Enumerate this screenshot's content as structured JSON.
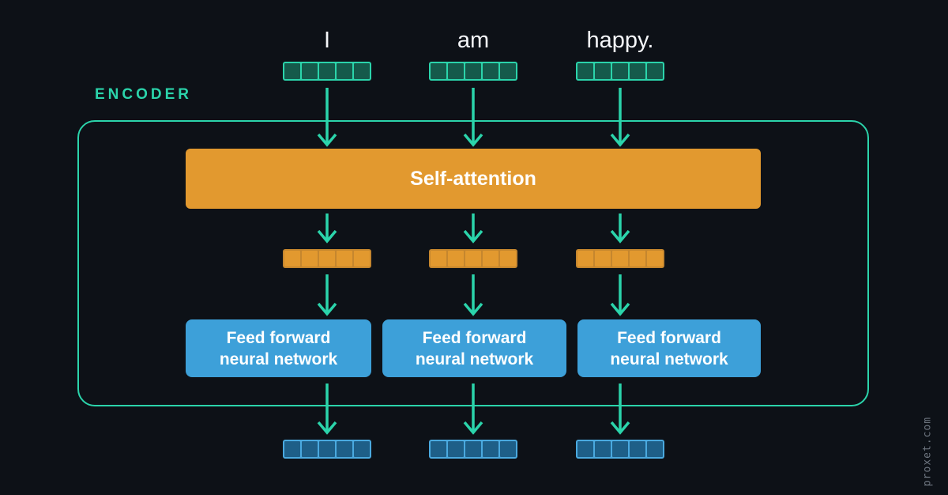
{
  "inputs": [
    {
      "word": "I"
    },
    {
      "word": "am"
    },
    {
      "word": "happy."
    }
  ],
  "encoder": {
    "label": "ENCODER"
  },
  "self_attention": {
    "label": "Self-attention"
  },
  "ffn_boxes": [
    {
      "line1": "Feed forward",
      "line2": "neural network"
    },
    {
      "line1": "Feed forward",
      "line2": "neural network"
    },
    {
      "line1": "Feed forward",
      "line2": "neural network"
    }
  ],
  "vectors": {
    "cells_per_vector": 5
  },
  "watermark": {
    "text": "proxet.com"
  },
  "colors": {
    "background": "#0d1117",
    "teal": "#2bd4ab",
    "teal_cell_fill": "#155a4b",
    "orange": "#e2992f",
    "orange_divider": "#c5862e",
    "blue": "#3da0d9",
    "blue_light": "#4aa9df",
    "blue_cell_fill": "#1e5f88",
    "text_white": "#f5f7fa",
    "watermark_gray": "#6e7680"
  }
}
